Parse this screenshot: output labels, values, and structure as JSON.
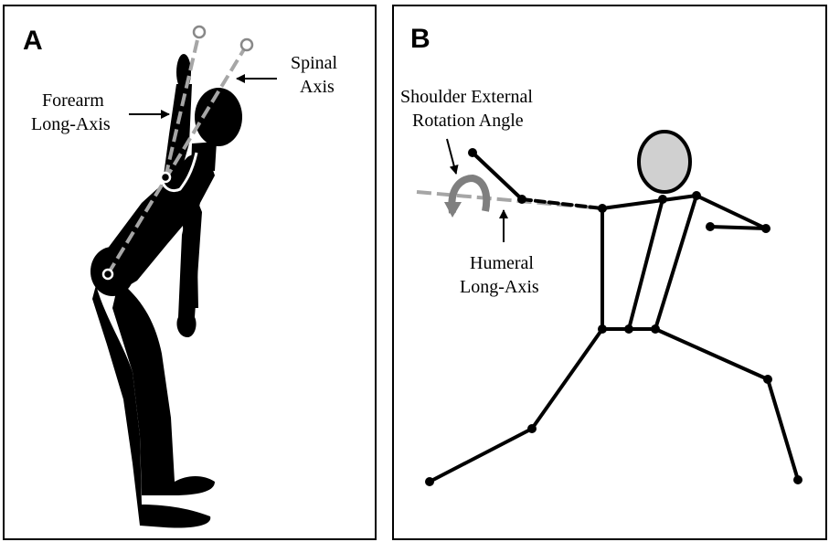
{
  "panel_a": {
    "letter": "A",
    "spinal_axis_label": [
      "Spinal",
      "Axis"
    ],
    "forearm_label": [
      "Forearm",
      "Long-Axis"
    ]
  },
  "panel_b": {
    "letter": "B",
    "rotation_label": [
      "Shoulder External",
      "Rotation Angle"
    ],
    "humeral_label": [
      "Humeral",
      "Long-Axis"
    ]
  },
  "colors": {
    "silhouette": "#000000",
    "axis_dash": "#a6a6a6",
    "head_fill": "#d0d0d0",
    "rotation_arrow": "#7f7f7f"
  }
}
